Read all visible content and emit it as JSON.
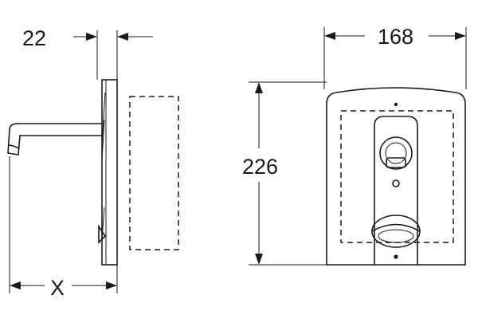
{
  "dimensions": {
    "plate_depth": "22",
    "spout_projection": "X",
    "height": "226",
    "width": "168"
  }
}
